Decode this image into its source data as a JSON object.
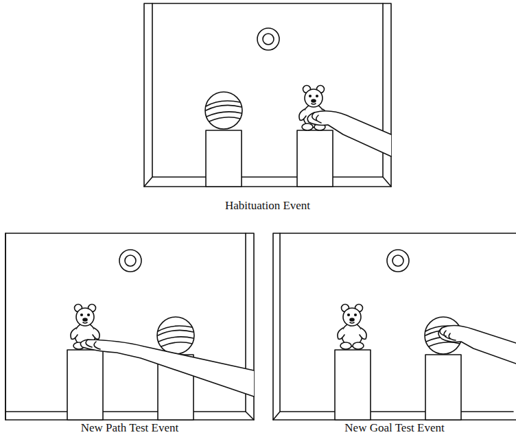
{
  "diagram": {
    "nodes": [
      {
        "text": [
          "Habituation Event"
        ]
      },
      {
        "text": [
          "New Path Test Event"
        ]
      },
      {
        "text": [
          "New Goal Test Event"
        ]
      }
    ]
  }
}
